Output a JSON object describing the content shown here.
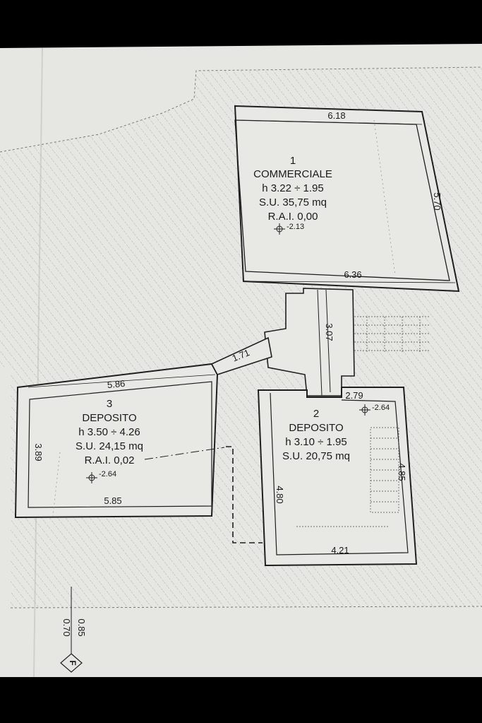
{
  "rooms": [
    {
      "number": "1",
      "name": "COMMERCIALE",
      "height": "h 3.22 ÷ 1.95",
      "area": "S.U. 35,75 mq",
      "rai": "R.A.I. 0,00",
      "level": "-2.13"
    },
    {
      "number": "2",
      "name": "DEPOSITO",
      "height": "h 3.10 ÷ 1.95",
      "area": "S.U. 20,75 mq",
      "level": "-2.64"
    },
    {
      "number": "3",
      "name": "DEPOSITO",
      "height": "h 3.50 ÷ 4.26",
      "area": "S.U. 24,15 mq",
      "rai": "R.A.I. 0,02",
      "level": "-2.64"
    }
  ],
  "dimensions": {
    "room1_top": "6.18",
    "room1_bottom": "6.36",
    "room1_right": "5.70",
    "stair": "3.07",
    "passage": "1.71",
    "room2_top": "2.79",
    "room2_right": "4.85",
    "room2_left": "4.80",
    "room2_bottom": "4.21",
    "room3_top": "5.86",
    "room3_bottom": "5.85",
    "room3_left": "3.89",
    "outer_a": "0.85",
    "outer_b": "0.70"
  },
  "compass": {
    "label": "F"
  },
  "colors": {
    "paper": "#e6e6e3",
    "ink": "#1f1f1f",
    "hatch": "#9b9b98",
    "background": "#000000"
  }
}
